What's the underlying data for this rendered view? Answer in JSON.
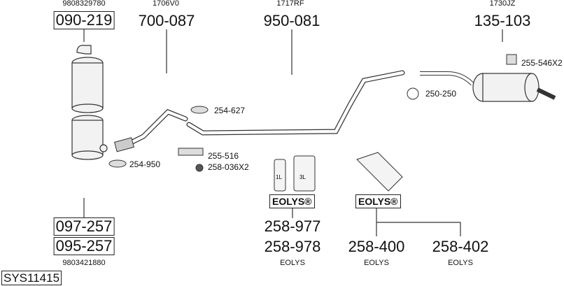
{
  "parts_top": [
    {
      "oe": "9808329780",
      "code": "090-219"
    },
    {
      "oe": "1706V0",
      "code": "700-087"
    },
    {
      "oe": "1717RF",
      "code": "950-081"
    },
    {
      "oe": "1730JZ",
      "code": "135-103"
    }
  ],
  "accessories": {
    "a255546": "255-546X2",
    "a250250": "250-250",
    "a254627": "254-627",
    "a255516": "255-516",
    "a258036": "258-036X2",
    "a254950": "254-950"
  },
  "bottom": {
    "p097": "097-257",
    "p095": "095-257",
    "oe_bottom": "9803421880",
    "eolys_badge": "EOLYS®",
    "p258977": "258-977",
    "p258978": "258-978",
    "p258400": "258-400",
    "p258402": "258-402",
    "eolys_small": "EOLYS",
    "bottle1": "1L",
    "bottle2": "3L"
  },
  "system": "SYS11415"
}
